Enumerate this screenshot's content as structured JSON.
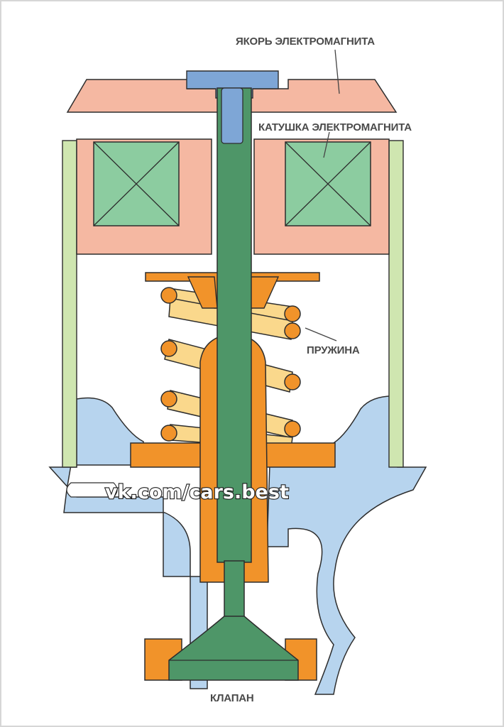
{
  "labels": {
    "armature": "ЯКОРЬ ЭЛЕКТРОМАГНИТА",
    "coil": "КАТУШКА ЭЛЕКТРОМАГНИТА",
    "spring": "ПРУЖИНА",
    "valve": "КЛАПАН"
  },
  "watermark": "vk.com/cars.best",
  "colors": {
    "salmon": "#f5b8a2",
    "coil_green": "#8ccca0",
    "stem_green": "#4e9668",
    "orange": "#f1932a",
    "spring_yellow": "#fad88c",
    "blue_body": "#b7d4ee",
    "guide_green": "#cfe6b0",
    "bolt_blue": "#7ea6d6",
    "outline": "#2d2d2d"
  }
}
